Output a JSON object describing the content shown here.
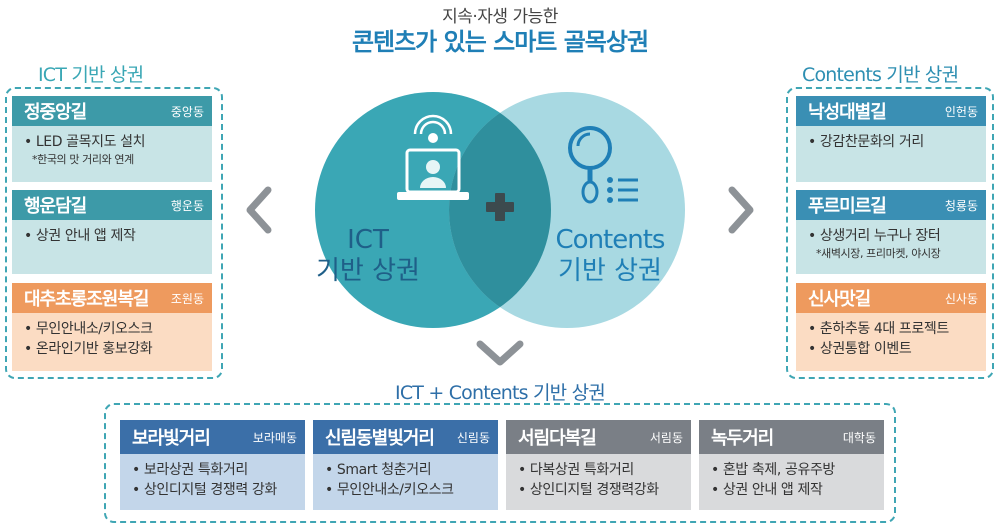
{
  "header": {
    "subtitle": "지속·자생 가능한",
    "title": "콘텐츠가 있는 스마트 골목상권"
  },
  "left_panel": {
    "title": "ICT 기반 상권",
    "cards": [
      {
        "name": "정중앙길",
        "dong": "중앙동",
        "items": [
          "• LED 골목지도 설치"
        ],
        "note": "*한국의 맛 거리와 연계",
        "head_color": "#3d9aa8",
        "body_color": "#c8e4e6"
      },
      {
        "name": "행운담길",
        "dong": "행운동",
        "items": [
          "• 상권 안내 앱 제작"
        ],
        "note": "",
        "head_color": "#3d9aa8",
        "body_color": "#c8e4e6"
      },
      {
        "name": "대추초롱조원복길",
        "dong": "조원동",
        "items": [
          "• 무인안내소/키오스크",
          "• 온라인기반 홍보강화"
        ],
        "note": "",
        "head_color": "#ee9a5e",
        "body_color": "#fbdcc3"
      }
    ]
  },
  "right_panel": {
    "title": "Contents 기반 상권",
    "cards": [
      {
        "name": "낙성대별길",
        "dong": "인헌동",
        "items": [
          "• 강감찬문화의 거리"
        ],
        "note": "",
        "head_color": "#3a8fb4",
        "body_color": "#c8e4e6"
      },
      {
        "name": "푸르미르길",
        "dong": "청룡동",
        "items": [
          "• 상생거리 누구나 장터"
        ],
        "note": "*새벽시장, 프리마켓, 야시장",
        "head_color": "#3a8fb4",
        "body_color": "#c8e4e6"
      },
      {
        "name": "신사맛길",
        "dong": "신사동",
        "items": [
          "• 춘하추동 4대 프로젝트",
          "• 상권통합 이벤트"
        ],
        "note": "",
        "head_color": "#ee9a5e",
        "body_color": "#fbdcc3"
      }
    ]
  },
  "venn": {
    "left_label_line1": "ICT",
    "left_label_line2": "기반 상권",
    "right_label_line1": "Contents",
    "right_label_line2": "기반 상권",
    "left_color": "#3aa7b5",
    "right_color": "#a8d9e2",
    "overlap_color": "#2f8f9d",
    "plus_color": "#3c4a4e"
  },
  "bottom_panel": {
    "title": "ICT + Contents 기반 상권",
    "cards": [
      {
        "name": "보라빛거리",
        "dong": "보라매동",
        "items": [
          "• 보라상권 특화거리",
          "• 상인디지털 경쟁력 강화"
        ],
        "head_color": "#3b6fa8",
        "body_color": "#c3d6ea"
      },
      {
        "name": "신림동별빛거리",
        "dong": "신림동",
        "items": [
          "• Smart 청춘거리",
          "• 무인안내소/키오스크"
        ],
        "head_color": "#3b6fa8",
        "body_color": "#c3d6ea"
      },
      {
        "name": "서림다복길",
        "dong": "서림동",
        "items": [
          "• 다복상권 특화거리",
          "• 상인디지털 경쟁력강화"
        ],
        "head_color": "#7a7f86",
        "body_color": "#d9dadc"
      },
      {
        "name": "녹두거리",
        "dong": "대학동",
        "items": [
          "• 혼밥 축제, 공유주방",
          "• 상권 안내 앱 제작"
        ],
        "head_color": "#7a7f86",
        "body_color": "#d9dadc"
      }
    ]
  },
  "icons": {
    "left_chevron": "chevron-left-icon",
    "right_chevron": "chevron-right-icon",
    "down_chevron": "chevron-down-icon",
    "ict_icon": "laptop-user-icon",
    "contents_icon": "magnifier-list-icon"
  }
}
